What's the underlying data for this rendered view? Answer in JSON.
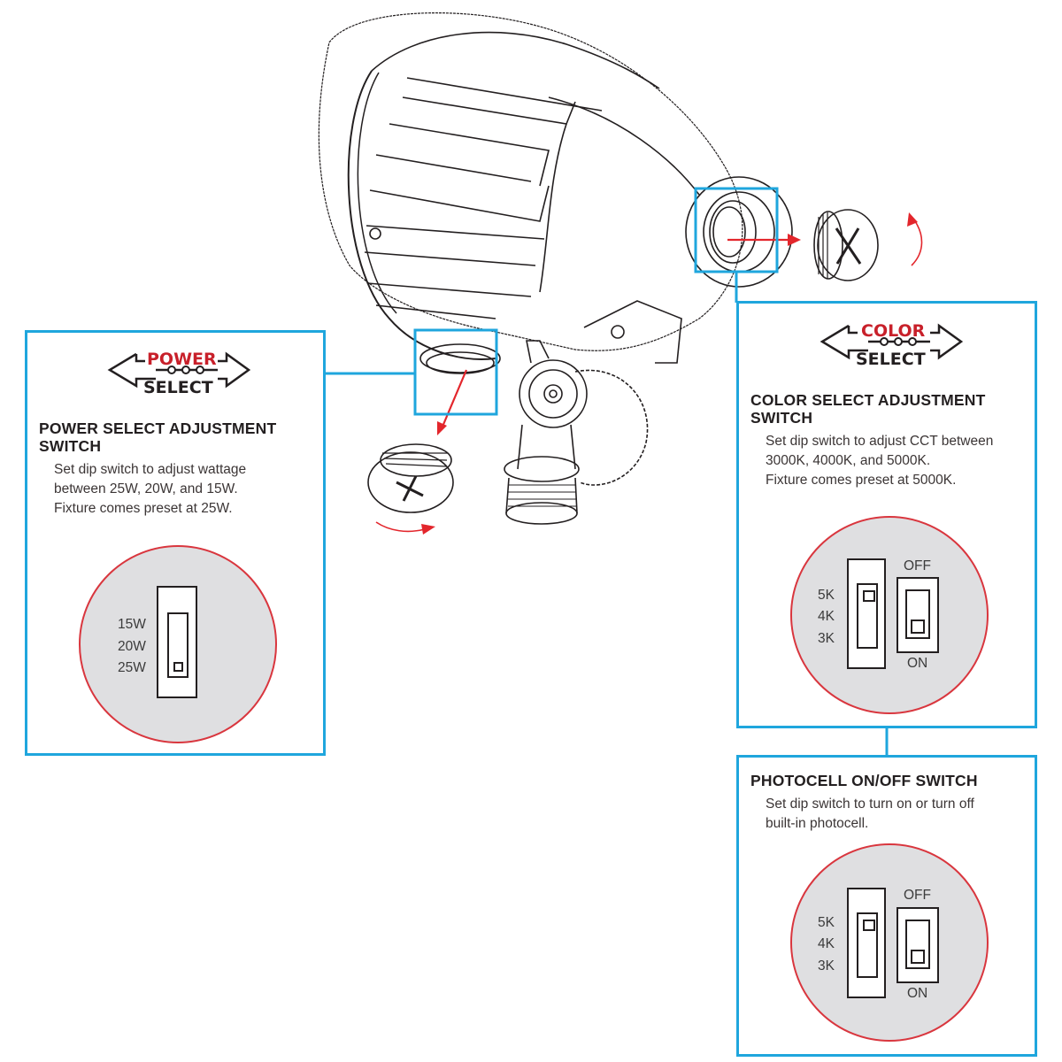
{
  "colors": {
    "callout_border": "#1fa6dd",
    "dial_fill": "#dfdfe1",
    "dial_border": "#d9363e",
    "arrow_red": "#e3262c",
    "logo_red": "#c8202a",
    "text_dark": "#231f20"
  },
  "fixture": {
    "illustration": "led-wall-pack-fixture-drawing",
    "callouts": [
      "rear-port-plug-removal",
      "bottom-port-plug-removal"
    ]
  },
  "power_panel": {
    "logo": {
      "top": "POWER",
      "bottom": "SELECT"
    },
    "title_lines": [
      "POWER SELECT ADJUSTMENT",
      "SWITCH"
    ],
    "description_lines": [
      "Set dip switch to adjust wattage",
      "between 25W, 20W, and 15W.",
      "Fixture comes preset at 25W."
    ],
    "switch": {
      "labels": [
        "15W",
        "20W",
        "25W"
      ],
      "selected": "25W"
    }
  },
  "color_panel": {
    "logo": {
      "top": "COLOR",
      "bottom": "SELECT"
    },
    "title_lines": [
      "COLOR SELECT ADJUSTMENT",
      "SWITCH"
    ],
    "description_lines": [
      "Set dip switch to adjust CCT between",
      "3000K, 4000K, and 5000K.",
      "Fixture comes preset at 5000K."
    ],
    "cct_switch": {
      "labels": [
        "5K",
        "4K",
        "3K"
      ],
      "selected": "5K"
    },
    "photocell_switch": {
      "top_label": "OFF",
      "bottom_label": "ON",
      "selected": "ON"
    }
  },
  "photocell_panel": {
    "title": "PHOTOCELL ON/OFF SWITCH",
    "description_lines": [
      "Set dip switch to turn on or turn off",
      "built-in photocell."
    ],
    "cct_switch": {
      "labels": [
        "5K",
        "4K",
        "3K"
      ],
      "selected": "5K"
    },
    "photocell_switch": {
      "top_label": "OFF",
      "bottom_label": "ON",
      "selected": "ON"
    }
  }
}
